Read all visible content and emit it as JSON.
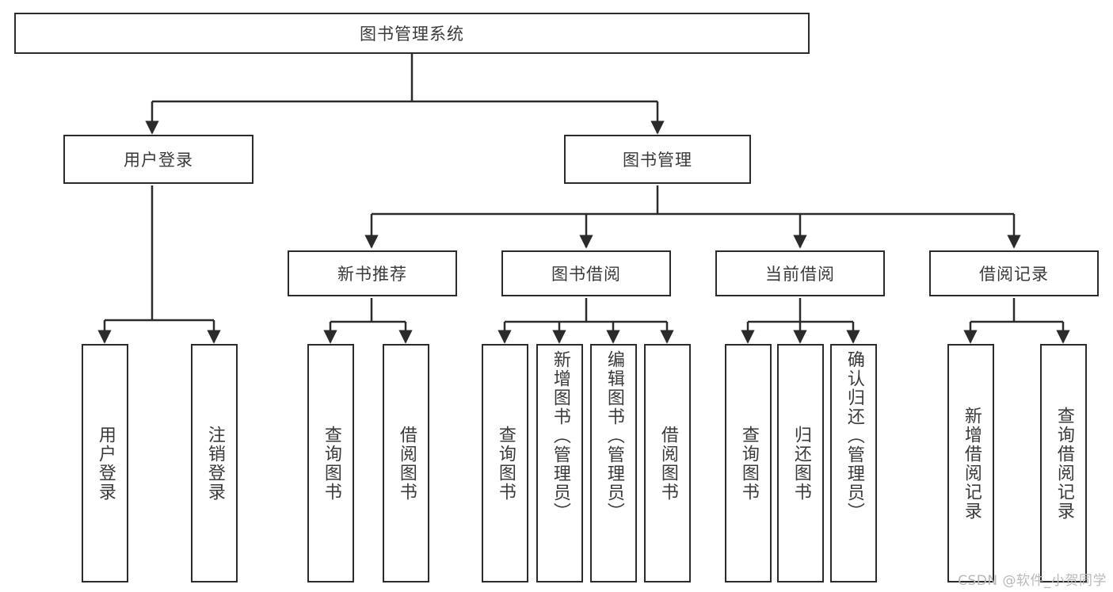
{
  "diagram": {
    "type": "hierarchy-tree",
    "title": "图书管理系统",
    "root": {
      "label": "图书管理系统"
    },
    "level2": [
      {
        "label": "用户登录"
      },
      {
        "label": "图书管理"
      }
    ],
    "level3": [
      {
        "label": "新书推荐"
      },
      {
        "label": "图书借阅"
      },
      {
        "label": "当前借阅"
      },
      {
        "label": "借阅记录"
      }
    ],
    "leaves": {
      "user_login": [
        {
          "label": "用户登录"
        },
        {
          "label": "注销登录"
        }
      ],
      "new_book_recommend": [
        {
          "label": "查询图书"
        },
        {
          "label": "借阅图书"
        }
      ],
      "book_borrow": [
        {
          "label": "查询图书"
        },
        {
          "label": "新增图书（管理员）"
        },
        {
          "label": "编辑图书（管理员）"
        },
        {
          "label": "借阅图书"
        }
      ],
      "current_borrow": [
        {
          "label": "查询图书"
        },
        {
          "label": "归还图书"
        },
        {
          "label": "确认归还（管理员）"
        }
      ],
      "borrow_record": [
        {
          "label": "新增借阅记录"
        },
        {
          "label": "查询借阅记录"
        }
      ]
    }
  },
  "watermark": {
    "text": "CSDN @软件_小贺同学"
  },
  "colors": {
    "stroke": "#2b2b2b",
    "text": "#3a3a3a",
    "background": "#ffffff",
    "watermark": "#b9b9b9"
  }
}
